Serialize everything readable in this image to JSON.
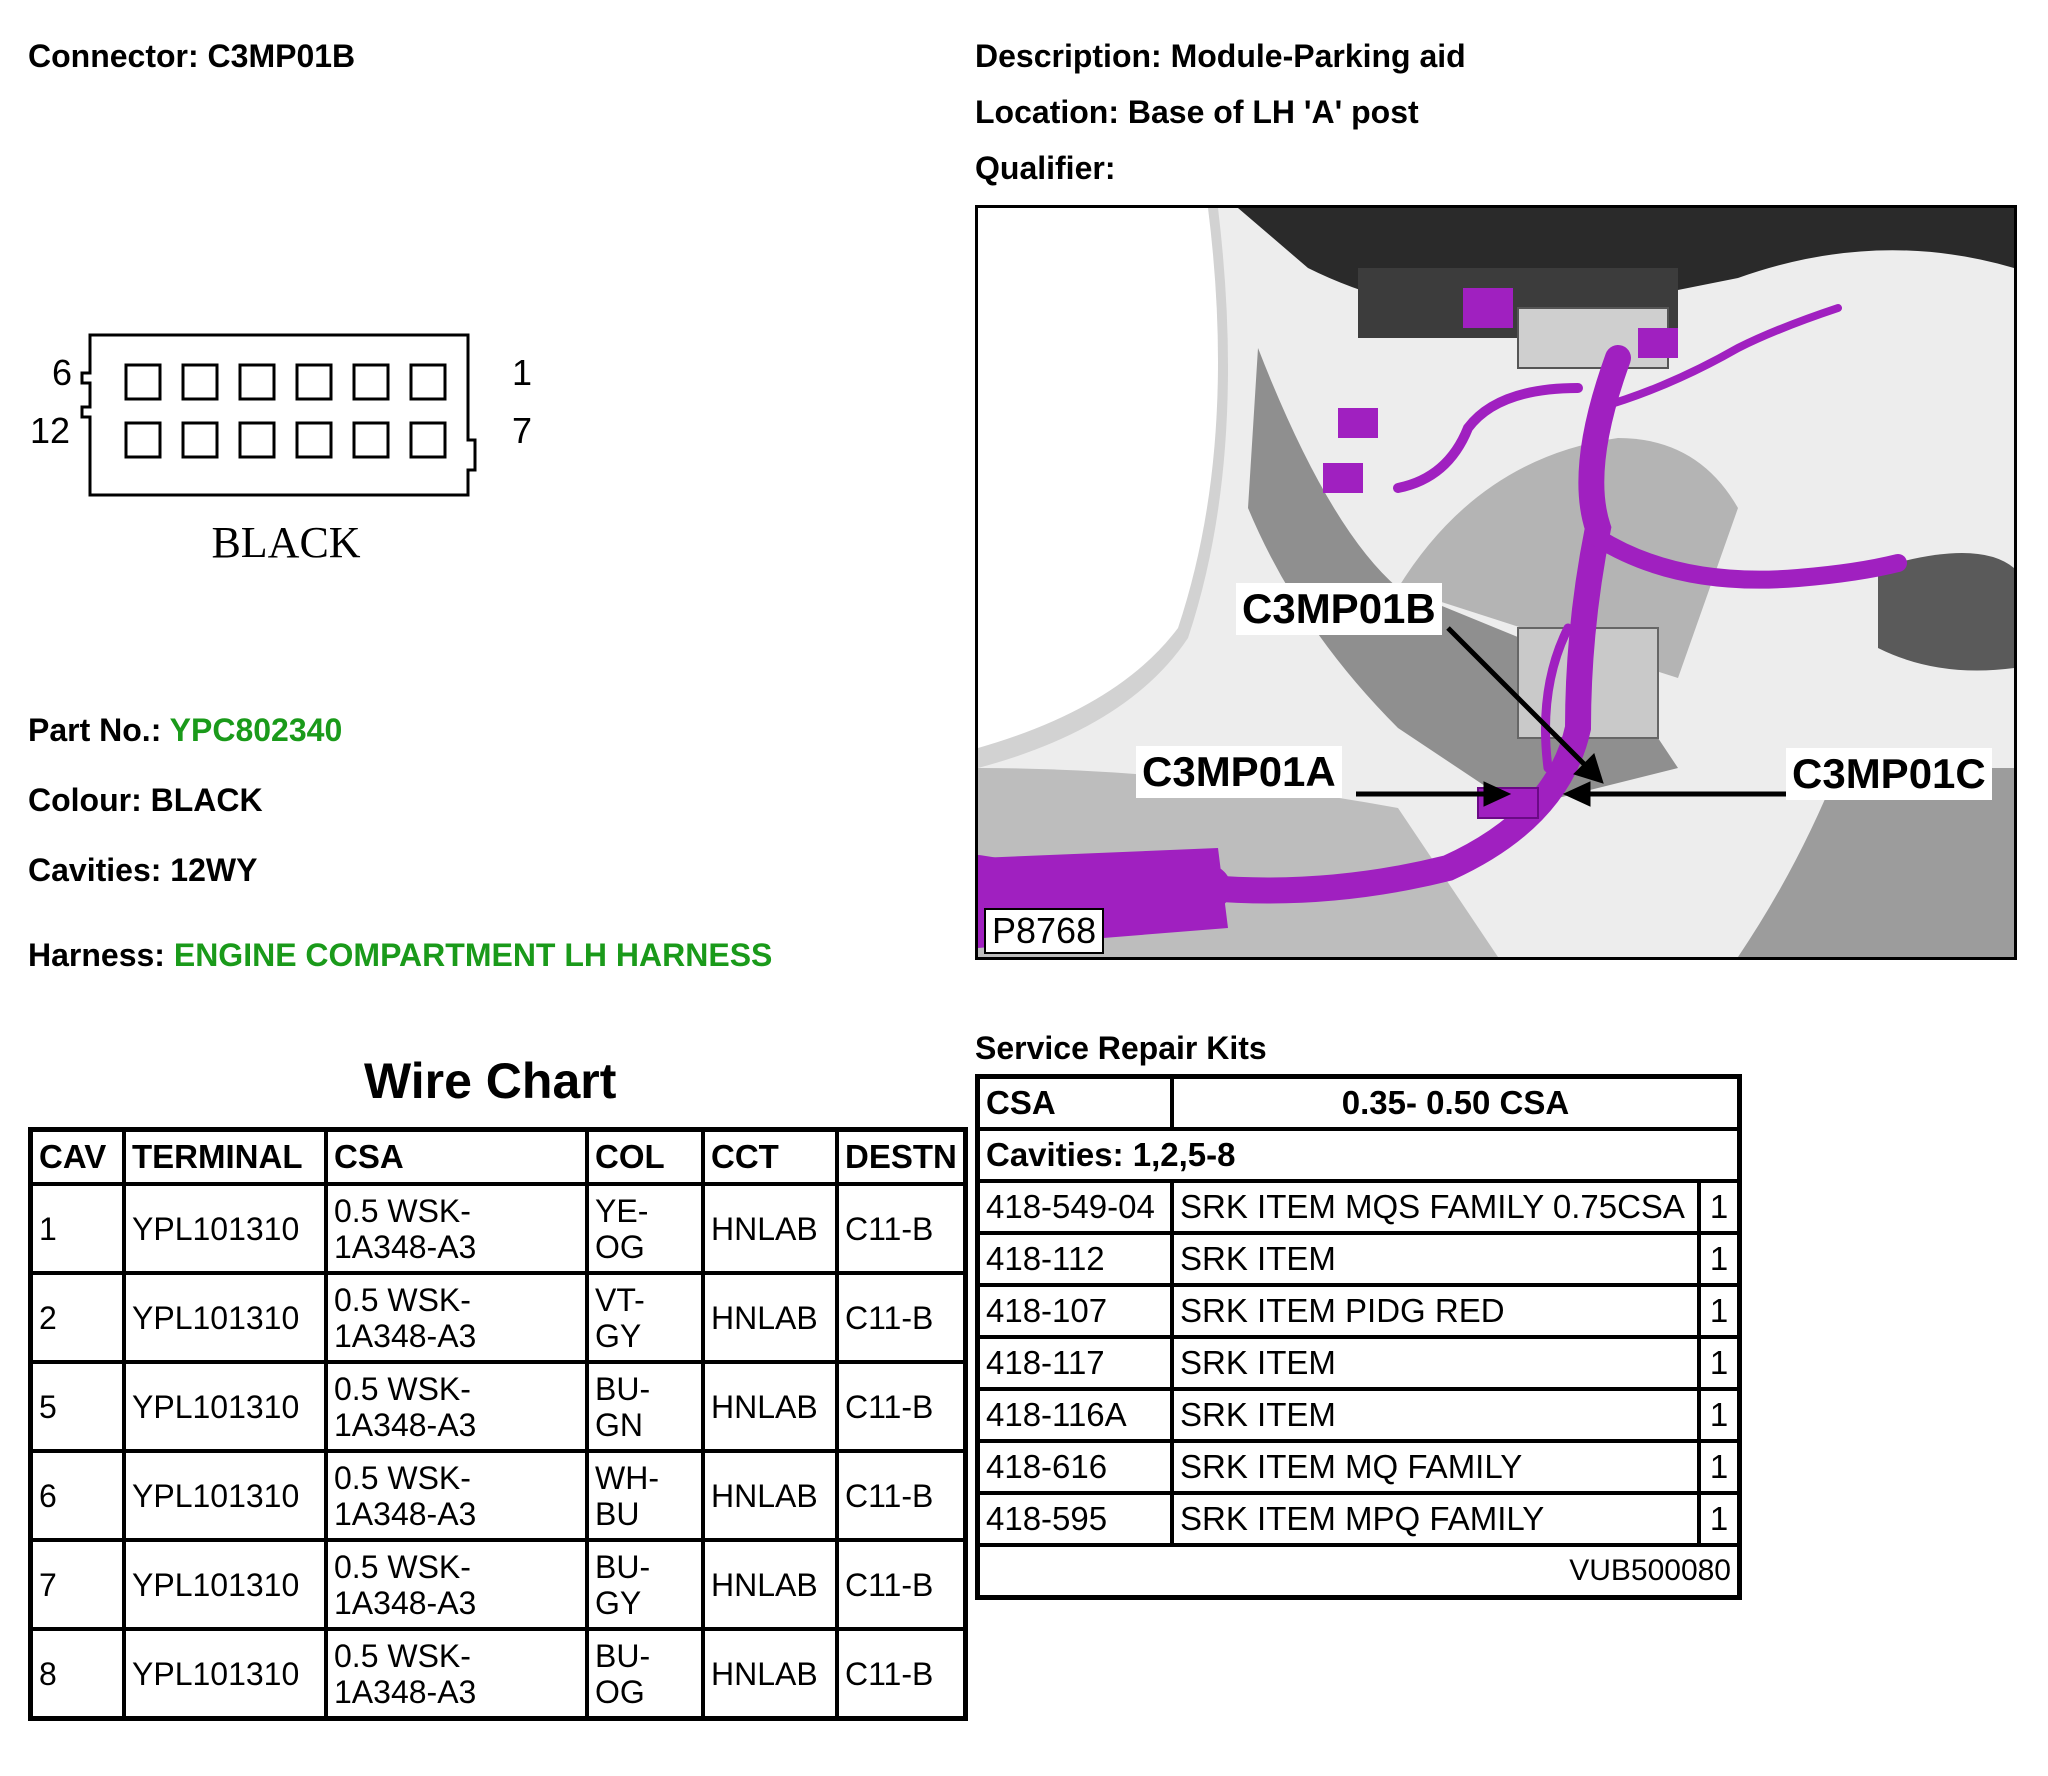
{
  "header": {
    "connector_label": "Connector:",
    "connector_value": "C3MP01B",
    "description_label": "Description:",
    "description_value": "Module-Parking aid",
    "location_label": "Location:",
    "location_value": "Base of LH 'A' post",
    "qualifier_label": "Qualifier:"
  },
  "connector": {
    "pin_top_left": "6",
    "pin_top_right": "1",
    "pin_bottom_left": "12",
    "pin_bottom_right": "7",
    "colour_text": "BLACK"
  },
  "info": {
    "part_label": "Part No.:",
    "part_value": "YPC802340",
    "colour_label": "Colour:",
    "colour_value": "BLACK",
    "cavities_label": "Cavities:",
    "cavities_value": "12WY",
    "harness_label": "Harness:",
    "harness_value": "ENGINE COMPARTMENT LH HARNESS",
    "accent_color": "#1a9a1a"
  },
  "photo": {
    "callout_b": "C3MP01B",
    "callout_a": "C3MP01A",
    "callout_c": "C3MP01C",
    "code": "P8768",
    "harness_color": "#a020c0"
  },
  "wire_chart": {
    "title": "Wire Chart",
    "headers": [
      "CAV",
      "TERMINAL",
      "CSA",
      "COL",
      "CCT",
      "DESTN"
    ],
    "rows": [
      {
        "cav": "1",
        "terminal": "YPL101310",
        "csa1": "0.5 WSK-",
        "csa2": "1A348-A3",
        "col1": "YE-",
        "col2": "OG",
        "cct": "HNLAB",
        "destn": "C11-B"
      },
      {
        "cav": "2",
        "terminal": "YPL101310",
        "csa1": "0.5 WSK-",
        "csa2": "1A348-A3",
        "col1": "VT-",
        "col2": "GY",
        "cct": "HNLAB",
        "destn": "C11-B"
      },
      {
        "cav": "5",
        "terminal": "YPL101310",
        "csa1": "0.5 WSK-",
        "csa2": "1A348-A3",
        "col1": "BU-",
        "col2": "GN",
        "cct": "HNLAB",
        "destn": "C11-B"
      },
      {
        "cav": "6",
        "terminal": "YPL101310",
        "csa1": "0.5 WSK-",
        "csa2": "1A348-A3",
        "col1": "WH-",
        "col2": "BU",
        "cct": "HNLAB",
        "destn": "C11-B"
      },
      {
        "cav": "7",
        "terminal": "YPL101310",
        "csa1": "0.5 WSK-",
        "csa2": "1A348-A3",
        "col1": "BU-",
        "col2": "GY",
        "cct": "HNLAB",
        "destn": "C11-B"
      },
      {
        "cav": "8",
        "terminal": "YPL101310",
        "csa1": "0.5 WSK-",
        "csa2": "1A348-A3",
        "col1": "BU-",
        "col2": "OG",
        "cct": "HNLAB",
        "destn": "C11-B"
      }
    ]
  },
  "repair_kits": {
    "title": "Service Repair Kits",
    "csa_label": "CSA",
    "csa_value": "0.35- 0.50 CSA",
    "cavities_text": "Cavities: 1,2,5-8",
    "items": [
      {
        "code": "418-549-04",
        "desc": "SRK ITEM MQS FAMILY 0.75CSA",
        "qty": "1"
      },
      {
        "code": "418-112",
        "desc": "SRK ITEM",
        "qty": "1"
      },
      {
        "code": "418-107",
        "desc": "SRK ITEM PIDG RED",
        "qty": "1"
      },
      {
        "code": "418-117",
        "desc": "SRK ITEM",
        "qty": "1"
      },
      {
        "code": "418-116A",
        "desc": "SRK ITEM",
        "qty": "1"
      },
      {
        "code": "418-616",
        "desc": "SRK ITEM MQ FAMILY",
        "qty": "1"
      },
      {
        "code": "418-595",
        "desc": "SRK ITEM MPQ FAMILY",
        "qty": "1"
      }
    ],
    "footer_code": "VUB500080"
  }
}
